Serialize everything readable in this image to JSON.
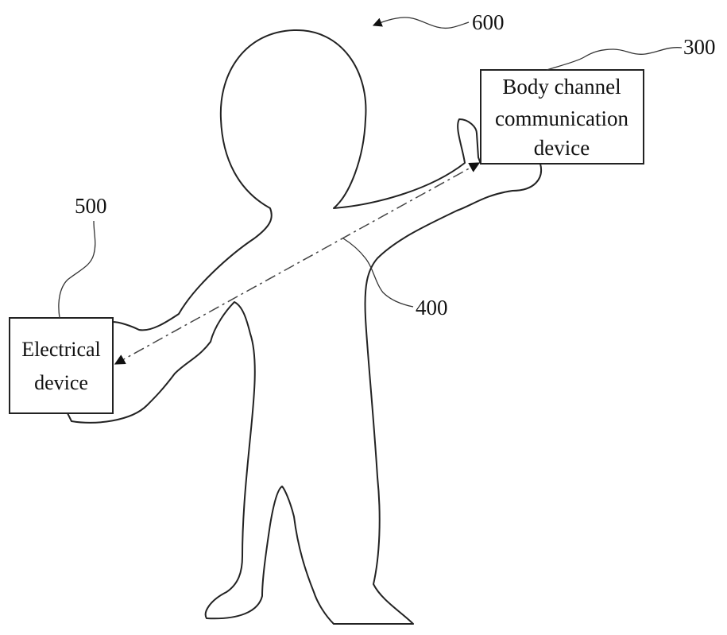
{
  "labels": {
    "person_ref": "600",
    "body_device_ref": "300",
    "electrical_device_ref": "500",
    "signal_path_ref": "400"
  },
  "body_device": {
    "line1": "Body channel",
    "line2": "communication",
    "line3": "device"
  },
  "electrical_device": {
    "line1": "Electrical",
    "line2": "device"
  }
}
